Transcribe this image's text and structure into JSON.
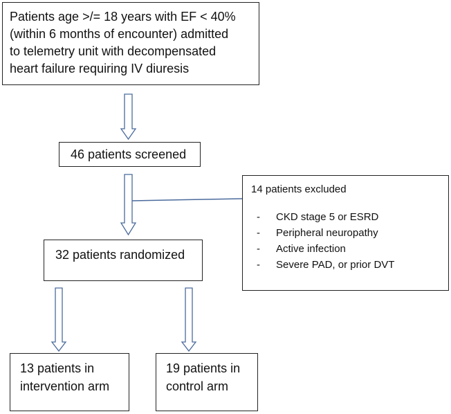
{
  "nodes": {
    "criteria": {
      "lines": [
        "Patients age >/= 18 years with EF < 40%",
        "(within 6 months of encounter) admitted",
        "to telemetry unit with decompensated",
        "heart failure requiring IV diuresis"
      ]
    },
    "screened": {
      "text": "46 patients screened"
    },
    "excluded": {
      "title": "14 patients excluded",
      "bullet": "-",
      "items": [
        "CKD stage 5 or ESRD",
        "Peripheral neuropathy",
        "Active infection",
        "Severe PAD, or prior DVT"
      ]
    },
    "randomized": {
      "text": "32 patients randomized"
    },
    "intervention": {
      "lines": [
        "13 patients in",
        "intervention arm"
      ]
    },
    "control": {
      "lines": [
        "19 patients in",
        "control arm"
      ]
    }
  },
  "colors": {
    "arrow_stroke": "#4a6a9c",
    "box_border": "#222222",
    "text": "#111111"
  }
}
